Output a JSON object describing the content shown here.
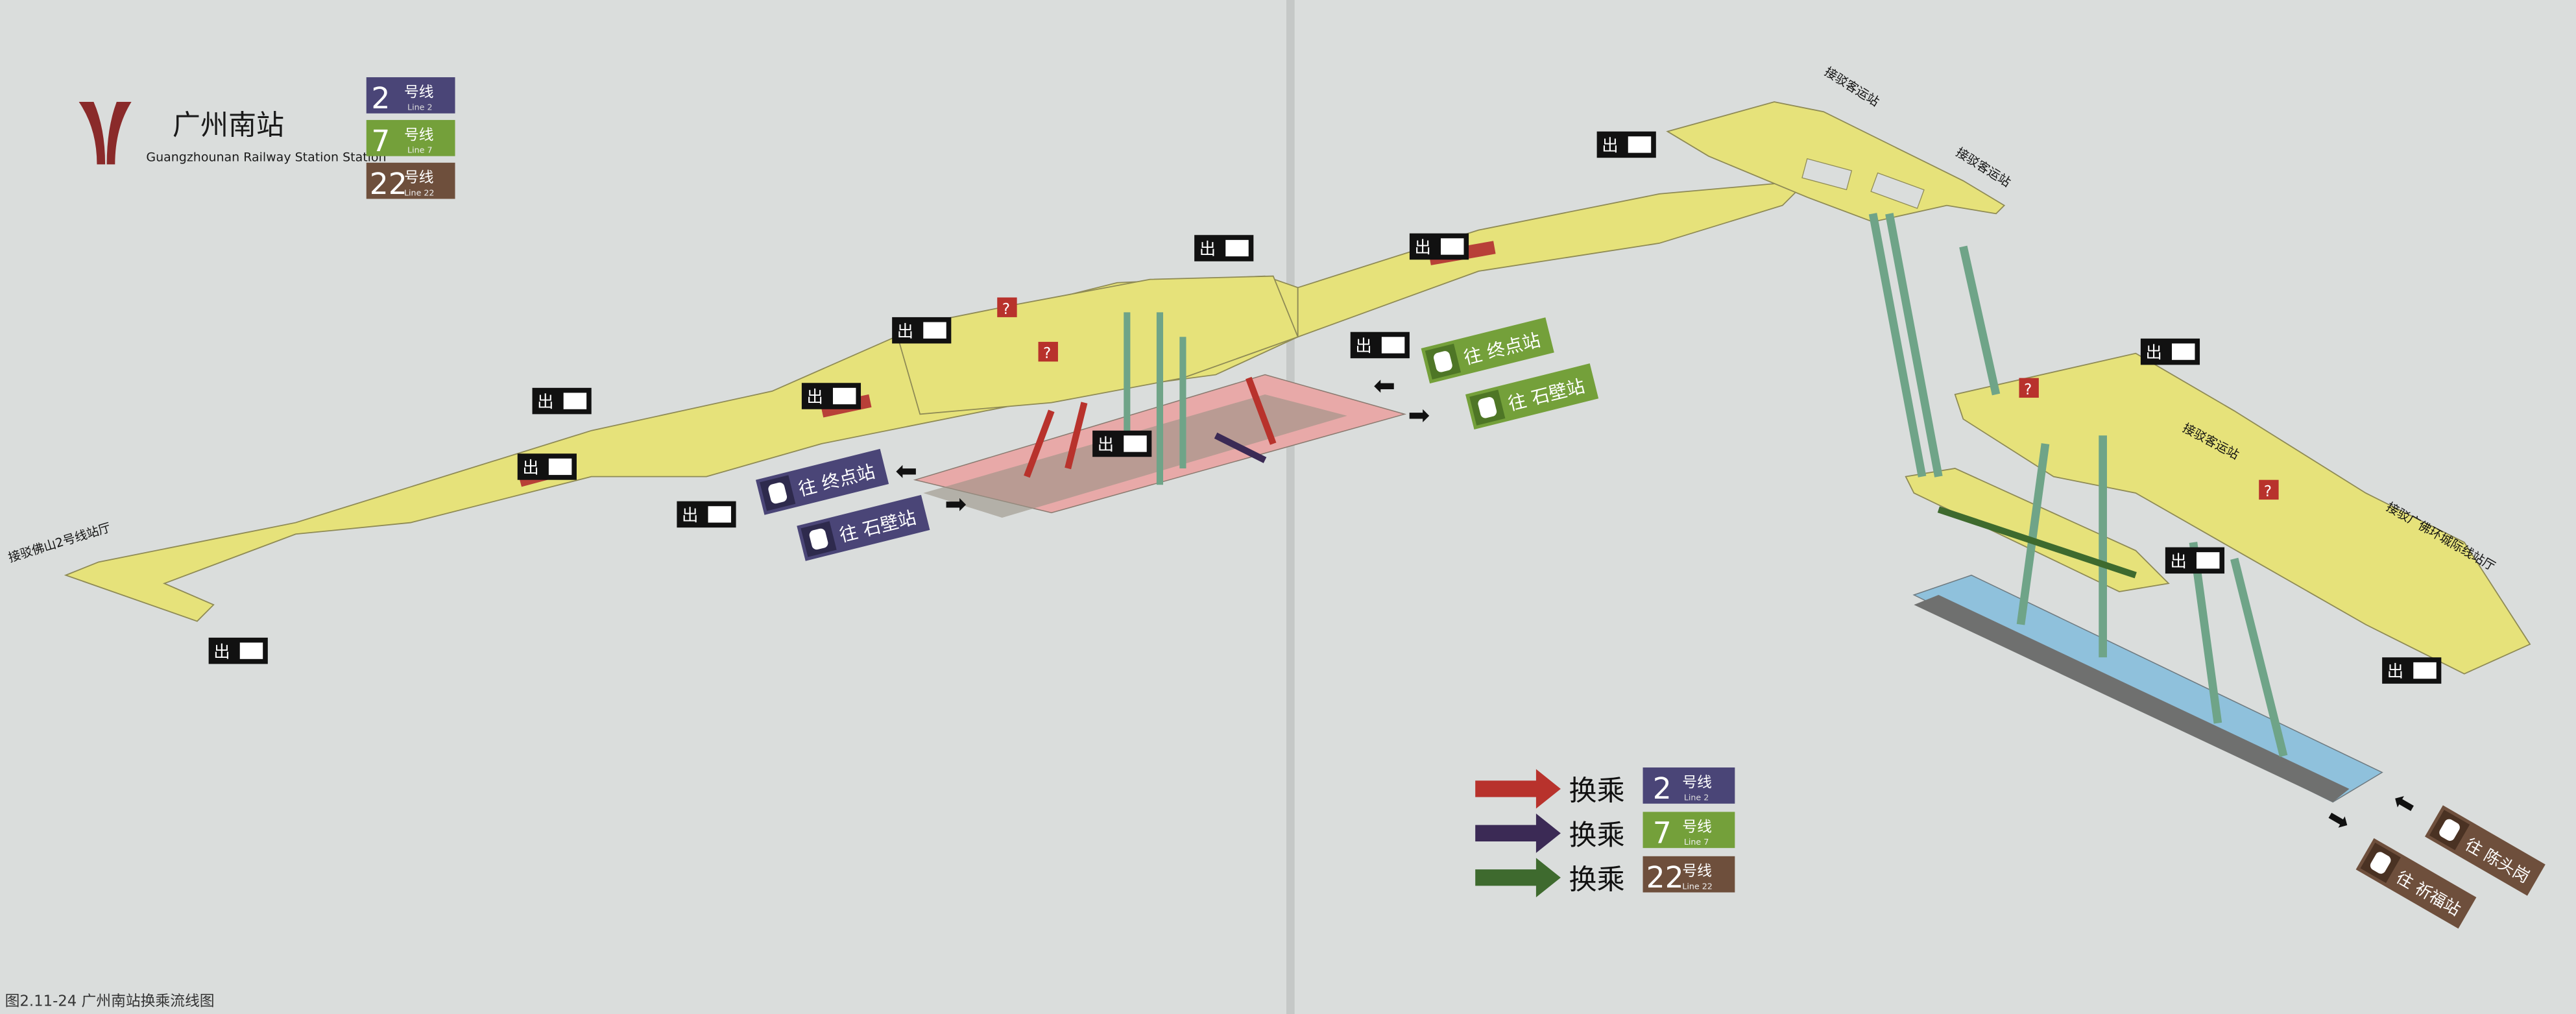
{
  "title": {
    "zh": "广州南站",
    "en": "Guangzhounan Railway Station  Station"
  },
  "lines": [
    {
      "num": "2",
      "zh": "号线",
      "en": "Line 2",
      "color": "#4a4577"
    },
    {
      "num": "7",
      "zh": "号线",
      "en": "Line 7",
      "color": "#74a03a"
    },
    {
      "num": "22",
      "zh": "号线",
      "en": "Line 22",
      "color": "#6e4f3c"
    }
  ],
  "legend": [
    {
      "label": "换乘",
      "arrow_color": "#b8322c",
      "line": "2"
    },
    {
      "label": "换乘",
      "arrow_color": "#3b2a55",
      "line": "7"
    },
    {
      "label": "换乘",
      "arrow_color": "#3e6a2e",
      "line": "22"
    }
  ],
  "connections": {
    "foshan_line2": "接驳佛山2号线站厅",
    "bus_station_1": "接驳客运站",
    "bus_station_2": "接驳客运站",
    "bus_station_3": "接驳客运站",
    "guangfo_intercity": "接驳广佛环城际线站厅"
  },
  "direction_signs": {
    "line2_terminal": "往 终点站",
    "line2_shibi": "往 石壁站",
    "line7_terminal": "往 终点站",
    "line7_shibi": "往 石壁站",
    "line22_chentougang": "往 陈头岗",
    "line22_qifu": "往 祈福站"
  },
  "exit_label": "出",
  "help_label": "?",
  "caption": "图2.11-24    广州南站换乘流线图",
  "colors": {
    "concourse": "#e6e27a",
    "line2_platform": "#e8a9a8",
    "line22_platform": "#8fc1dc",
    "escalator": "#6fa488"
  }
}
